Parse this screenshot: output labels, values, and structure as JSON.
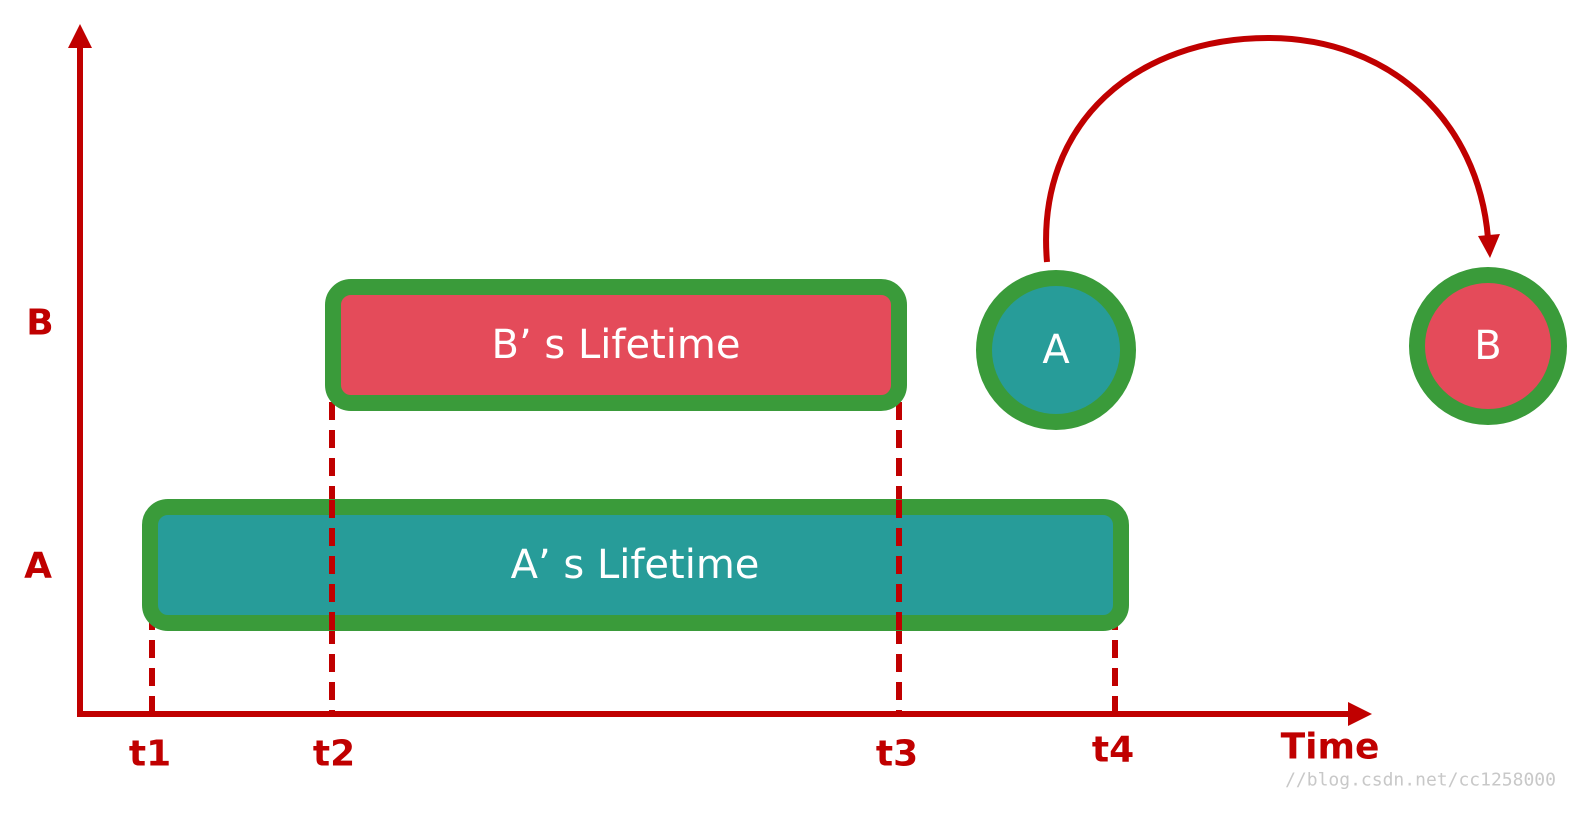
{
  "colors": {
    "axis": "#c00000",
    "bar_border": "#3a9b3a",
    "a_fill": "#279c99",
    "b_fill": "#e44b5a",
    "label": "#c00000",
    "watermark": "#c8c8c8"
  },
  "y_axis": {
    "labels": [
      "B",
      "A"
    ]
  },
  "x_axis": {
    "label": "Time",
    "ticks": [
      "t1",
      "t2",
      "t3",
      "t4"
    ]
  },
  "bars": [
    {
      "label": "B’ s Lifetime",
      "row": "B",
      "start": "t2",
      "end": "t3"
    },
    {
      "label": "A’ s Lifetime",
      "row": "A",
      "start": "t1",
      "end": "t4"
    }
  ],
  "nodes": [
    {
      "label": "A"
    },
    {
      "label": "B"
    }
  ],
  "watermark": "//blog.csdn.net/cc1258000"
}
